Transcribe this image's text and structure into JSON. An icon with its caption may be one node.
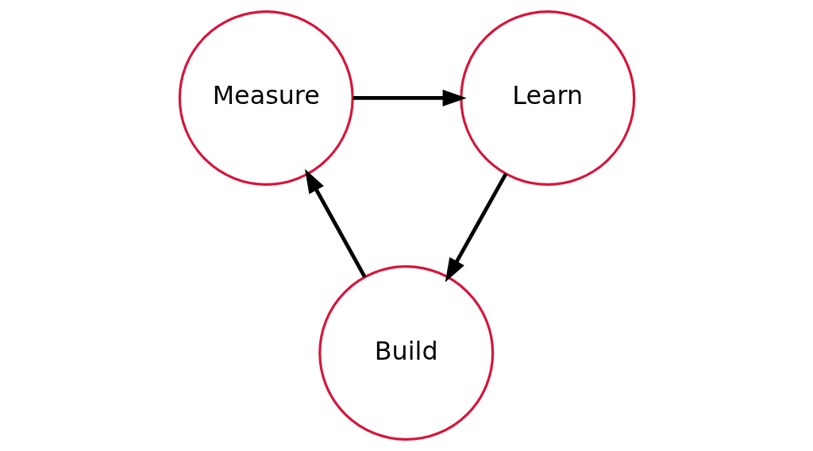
{
  "diagram": {
    "nodes": [
      {
        "text": [
          "Measure"
        ]
      },
      {
        "text": [
          "Learn"
        ]
      },
      {
        "text": [
          "Build"
        ]
      }
    ],
    "edges": [
      {
        "from": 0,
        "to": 1,
        "arrow": "to"
      },
      {
        "from": 1,
        "to": 2,
        "arrow": "to"
      },
      {
        "from": 2,
        "to": 0,
        "arrow": "to"
      }
    ]
  }
}
